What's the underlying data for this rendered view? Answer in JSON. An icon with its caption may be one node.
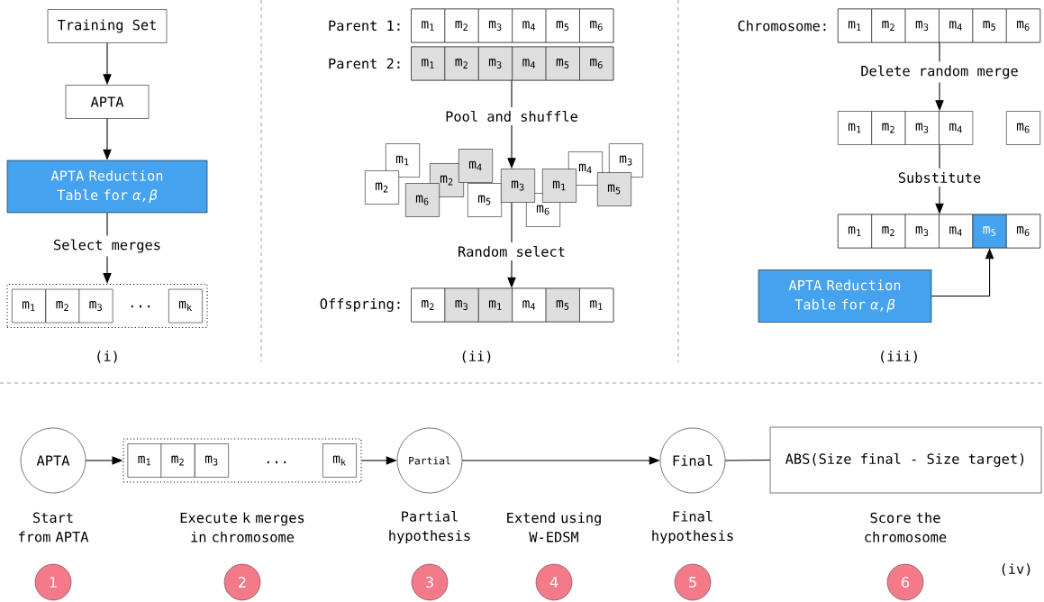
{
  "diagram": {
    "nodes": [
      {
        "text": [
          "Training Set"
        ]
      },
      {
        "text": [
          "APTA"
        ]
      },
      {
        "text": [
          "APTA Reduction Table for *α,β*"
        ]
      },
      {
        "text": [],
        "shape": "box"
      },
      {
        "text": [
          "m$_{1}$"
        ],
        "in": 3
      },
      {
        "text": [
          "m$_{2}$"
        ],
        "in": 3
      },
      {
        "text": [
          "m$_{3}$"
        ],
        "in": 3
      },
      {
        "text": [
          "m$_{k}$"
        ],
        "in": 3
      },
      {
        "text": [],
        "shape": "box",
        "beside": [
          "Parent 1:"
        ]
      },
      {
        "text": [
          "m$_{1}$"
        ],
        "in": 8
      },
      {
        "text": [
          "m$_{2}$"
        ],
        "in": 8
      },
      {
        "text": [
          "m$_{3}$"
        ],
        "in": 8
      },
      {
        "text": [
          "m$_{4}$"
        ],
        "in": 8
      },
      {
        "text": [
          "m$_{5}$"
        ],
        "in": 8
      },
      {
        "text": [
          "m$_{6}$"
        ],
        "in": 8
      },
      {
        "text": [],
        "shape": "box",
        "beside": [
          "Parent 2:"
        ]
      },
      {
        "text": [
          "m$_{1}$"
        ],
        "in": 15
      },
      {
        "text": [
          "m$_{2}$"
        ],
        "in": 15
      },
      {
        "text": [
          "m$_{3}$"
        ],
        "in": 15
      },
      {
        "text": [
          "m$_{4}$"
        ],
        "in": 15
      },
      {
        "text": [
          "m$_{5}$"
        ],
        "in": 15
      },
      {
        "text": [
          "m$_{6}$"
        ],
        "in": 15
      },
      {
        "text": [
          "m$_{1}$"
        ]
      },
      {
        "text": [
          "m$_{2}$"
        ]
      },
      {
        "text": [
          "m$_{2}$"
        ]
      },
      {
        "text": [
          "m$_{4}$"
        ]
      },
      {
        "text": [
          "m$_{6}$"
        ]
      },
      {
        "text": [
          "m$_{5}$"
        ]
      },
      {
        "text": [
          "m$_{6}$"
        ]
      },
      {
        "text": [
          "m$_{4}$"
        ]
      },
      {
        "text": [
          "m$_{3}$"
        ]
      },
      {
        "text": [
          "m$_{3}$"
        ]
      },
      {
        "text": [
          "m$_{1}$"
        ]
      },
      {
        "text": [
          "m$_{5}$"
        ]
      },
      {
        "text": [],
        "shape": "box",
        "beside": [
          "Offspring:"
        ]
      },
      {
        "text": [
          "m$_{2}$"
        ],
        "in": 34
      },
      {
        "text": [
          "m$_{3}$"
        ],
        "in": 34
      },
      {
        "text": [
          "m$_{1}$"
        ],
        "in": 34
      },
      {
        "text": [
          "m$_{4}$"
        ],
        "in": 34
      },
      {
        "text": [
          "m$_{5}$"
        ],
        "in": 34
      },
      {
        "text": [
          "m$_{1}$"
        ],
        "in": 34
      },
      {
        "text": [],
        "shape": "box",
        "beside": [
          "Chromosome:"
        ]
      },
      {
        "text": [
          "m$_{1}$"
        ],
        "in": 41
      },
      {
        "text": [
          "m$_{2}$"
        ],
        "in": 41
      },
      {
        "text": [
          "m$_{3}$"
        ],
        "in": 41
      },
      {
        "text": [
          "m$_{4}$"
        ],
        "in": 41
      },
      {
        "text": [
          "m$_{5}$"
        ],
        "in": 41
      },
      {
        "text": [
          "m$_{6}$"
        ],
        "in": 41
      },
      {
        "text": [
          "m$_{1}$"
        ]
      },
      {
        "text": [
          "m$_{2}$"
        ]
      },
      {
        "text": [
          "m$_{3}$"
        ]
      },
      {
        "text": [
          "m$_{4}$"
        ]
      },
      {
        "text": [
          "m$_{6}$"
        ]
      },
      {
        "text": [],
        "shape": "box"
      },
      {
        "text": [
          "m$_{1}$"
        ],
        "in": 53
      },
      {
        "text": [
          "m$_{2}$"
        ],
        "in": 53
      },
      {
        "text": [
          "m$_{3}$"
        ],
        "in": 53
      },
      {
        "text": [
          "m$_{4}$"
        ],
        "in": 53
      },
      {
        "text": [
          "m$_{5}$"
        ],
        "in": 53
      },
      {
        "text": [
          "m$_{6}$"
        ],
        "in": 53
      },
      {
        "text": [
          "APTA Reduction Table for *α,β*"
        ]
      },
      {
        "text": [
          "APTA"
        ],
        "beside": [
          "Start from APTA"
        ]
      },
      {
        "text": [],
        "shape": "box",
        "beside": [
          "Execute k merges in chromosome"
        ]
      },
      {
        "text": [
          "m$_{1}$"
        ],
        "in": 62
      },
      {
        "text": [
          "m$_{2}$"
        ],
        "in": 62
      },
      {
        "text": [
          "m$_{3}$"
        ],
        "in": 62
      },
      {
        "text": [
          "m$_{k}$"
        ],
        "in": 62
      },
      {
        "text": [
          "Partial"
        ],
        "beside": [
          "Partial hypothesis"
        ]
      },
      {
        "text": [
          "Final"
        ],
        "beside": [
          "Final hypothesis"
        ]
      },
      {
        "text": [
          "ABS(Size final - Size target)"
        ],
        "beside": [
          "Score the chromosome"
        ]
      },
      {
        "text": [
          "1"
        ]
      },
      {
        "text": [
          "2"
        ]
      },
      {
        "text": [
          "3"
        ]
      },
      {
        "text": [
          "4"
        ]
      },
      {
        "text": [
          "5"
        ]
      },
      {
        "text": [
          "6"
        ]
      }
    ],
    "edges": [
      {
        "from": 0,
        "to": 1,
        "arrow": "to"
      },
      {
        "from": 1,
        "to": 2,
        "arrow": "to"
      },
      {
        "from": 2,
        "to": 3,
        "arrow": "to",
        "label": "Select merges"
      },
      {
        "from": 15,
        "to": 31,
        "arrow": "to",
        "label": "Pool and shuffle"
      },
      {
        "from": 31,
        "to": 34,
        "arrow": "to",
        "label": "Random select"
      },
      {
        "from": 41,
        "to": 51,
        "arrow": "to",
        "label": "Delete random merge"
      },
      {
        "from": 51,
        "to": 53,
        "arrow": "to",
        "label": "Substitute"
      },
      {
        "from": 60,
        "to": 58,
        "arrow": "to"
      },
      {
        "from": 61,
        "to": 62,
        "arrow": "to"
      },
      {
        "from": 62,
        "to": 67,
        "arrow": "to"
      },
      {
        "from": 67,
        "to": 68,
        "arrow": "to",
        "label": "Extend using W-EDSM"
      },
      {
        "from": 68,
        "to": 69,
        "arrow": "none"
      }
    ],
    "labels": [
      "...",
      "(i)",
      "(ii)",
      "(iii)",
      "...",
      "(iv)"
    ]
  }
}
